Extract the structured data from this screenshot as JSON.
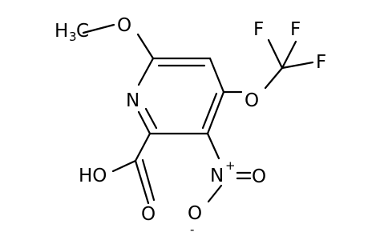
{
  "molecule": {
    "labels": {
      "methyl_c": "H",
      "methyl_sub": "3",
      "methyl_c2": "C",
      "o_methoxy": "O",
      "n_ring": "N",
      "o_ocf3": "O",
      "f_left": "F",
      "f_top": "F",
      "f_right": "F",
      "n_nitro": "N",
      "n_charge": "+",
      "o_nitro_right": "O",
      "o_nitro_bottom": "O",
      "o_charge": "-",
      "acid_oh": "HO",
      "acid_o": "O"
    }
  },
  "colors": {
    "bond": "#000000",
    "carbon": "#000000",
    "nitrogen": "#000000",
    "oxygen": "#000000",
    "fluorine": "#000000"
  }
}
